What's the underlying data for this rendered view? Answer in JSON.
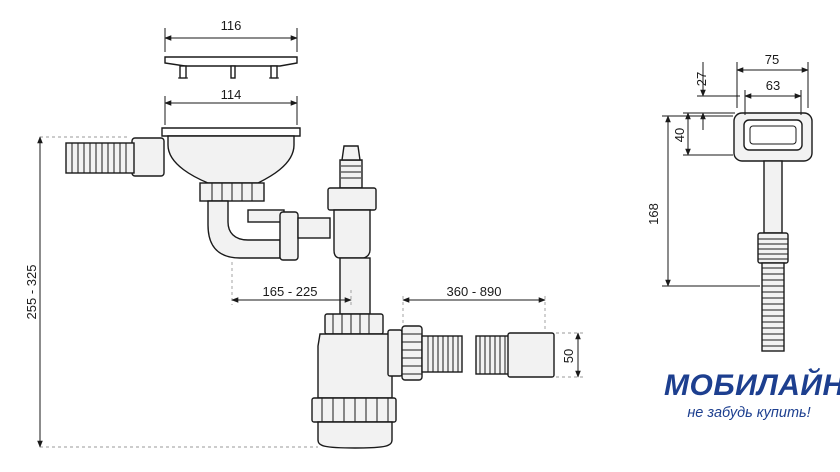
{
  "dimensions": {
    "grate_width": "116",
    "strainer_width": "114",
    "overall_height": "255 - 325",
    "trap_offset": "165 - 225",
    "outlet_extension": "360 - 890",
    "outlet_diameter": "50",
    "overflow_width_outer": "75",
    "overflow_width_inner": "63",
    "overflow_top_offset": "27",
    "overflow_height": "40",
    "overflow_total_height": "168"
  },
  "logo": {
    "name": "МОБИЛАЙН",
    "tagline": "не забудь купить!"
  },
  "colors": {
    "line": "#1a1a1a",
    "part_fill": "#f2f2f2",
    "logo": "#1d3f8f"
  }
}
